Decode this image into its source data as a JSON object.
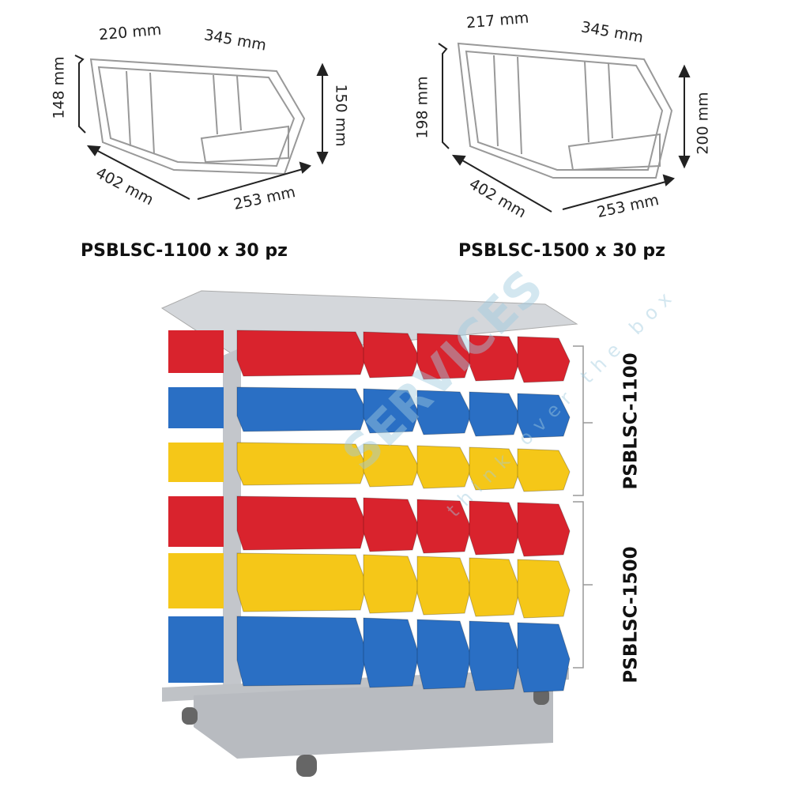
{
  "bin_small": {
    "dims": {
      "top_width": "220 mm",
      "top_depth": "345 mm",
      "back_height": "148 mm",
      "front_height": "150 mm",
      "length": "402 mm",
      "bottom_width": "253 mm"
    },
    "caption": "PSBLSC-1100 x 30 pz"
  },
  "bin_large": {
    "dims": {
      "top_width": "217 mm",
      "top_depth": "345 mm",
      "back_height": "198 mm",
      "front_height": "200 mm",
      "length": "402 mm",
      "bottom_width": "253 mm"
    },
    "caption": "PSBLSC-1500 x 30 pz"
  },
  "rack": {
    "upper_label": "PSBLSC-1100",
    "lower_label": "PSBLSC-1500",
    "row_colors": [
      "#d9232d",
      "#2a6fc4",
      "#f5c718",
      "#d9232d",
      "#f5c718",
      "#2a6fc4"
    ],
    "frame_color": "#c9ccd1"
  },
  "watermark": {
    "brand": "SERVICES",
    "tagline": "think over the box"
  }
}
